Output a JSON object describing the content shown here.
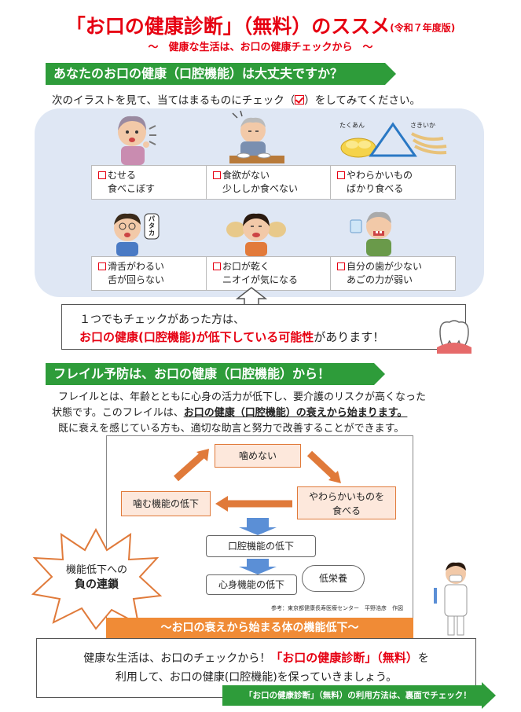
{
  "header": {
    "title": "「お口の健康診断」（無料）のススメ",
    "edition": "(令和７年度版)",
    "subtitle": "～　健康な生活は、お口の健康チェックから　～"
  },
  "section1": {
    "heading": "あなたのお口の健康（口腔機能）は大丈夫ですか？",
    "instruction_before": "次のイラストを見て、当てはまるものにチェック（",
    "instruction_after": "）をしてみてください。",
    "food_labels": [
      "たくあん",
      "さきいか"
    ],
    "items": [
      {
        "line1": "むせる",
        "line2": "食べこぼす"
      },
      {
        "line1": "食欲がない",
        "line2": "少ししか食べない"
      },
      {
        "line1": "やわらかいもの",
        "line2": "ばかり食べる"
      },
      {
        "line1": "滑舌がわるい",
        "line2": "舌が回らない"
      },
      {
        "line1": "お口が乾く",
        "line2": "ニオイが気になる"
      },
      {
        "line1": "自分の歯が少ない",
        "line2": "あごの力が弱い"
      }
    ],
    "bubble_text": "パタカ",
    "callout_line1": "１つでもチェックがあった方は、",
    "callout_red": "お口の健康(口腔機能)が低下している可能性",
    "callout_tail": "があります！"
  },
  "section2": {
    "heading": "フレイル予防は、お口の健康（口腔機能）から！",
    "para_line1": "フレイルとは、年齢とともに心身の活力が低下し、要介護のリスクが高くなった",
    "para_line2_before": "状態です。このフレイルは、",
    "para_line2_bold": "お口の健康（口腔機能）の衰えから始まります。",
    "para_line3": "既に衰えを感じている方も、適切な助言と努力で改善することができます。",
    "diagram": {
      "top": "噛めない",
      "right_line1": "やわらかいものを",
      "right_line2": "食べる",
      "left": "噛む機能の低下",
      "mid": "口腔機能の低下",
      "bottom": "心身機能の低下",
      "side": "低栄養",
      "starburst_line1": "機能低下への",
      "starburst_line2": "負の連鎖",
      "reference": "参考：東京都健康長寿医療センター　平野浩彦　作図"
    },
    "banner": "～お口の衰えから始まる体の機能低下～"
  },
  "footer": {
    "line1_before": "健康な生活は、お口のチェックから！",
    "line1_red": "「お口の健康診断」（無料）",
    "line1_after": "を",
    "line2": "利用して、お口の健康(口腔機能)を保っていきましょう。",
    "arrow_text": "「お口の健康診断」（無料）の利用方法は、裏面でチェック！"
  },
  "colors": {
    "accent_red": "#e60012",
    "green": "#2e9c3a",
    "orange": "#f08b36",
    "panel": "#dfe7f4"
  }
}
